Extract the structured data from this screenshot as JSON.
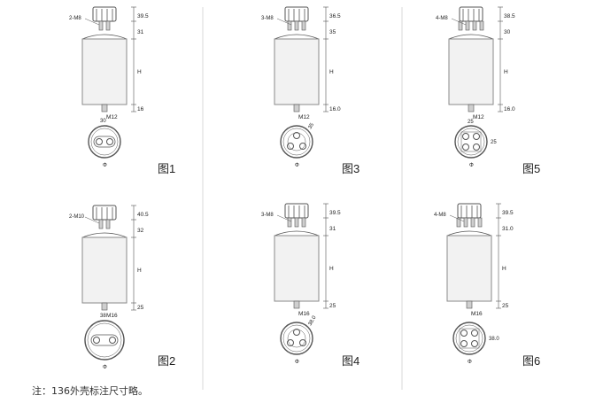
{
  "colors": {
    "line": "#555555",
    "body_fill": "#f2f2f2",
    "body_stroke": "#8a8a8a",
    "divider": "#d9d9d9",
    "text": "#222222"
  },
  "figures": [
    {
      "caption": "图1",
      "terminal_label": "2-M8",
      "dims": {
        "top": "39.5",
        "upper": "31",
        "height": "H",
        "lower": "16",
        "stud": "M12"
      },
      "base": {
        "kind": "two",
        "dim": "30"
      },
      "phi": "Φ"
    },
    {
      "caption": "图3",
      "terminal_label": "3-M8",
      "dims": {
        "top": "36.5",
        "upper": "35",
        "height": "H",
        "lower": "16.0",
        "stud": "M12"
      },
      "base": {
        "kind": "three",
        "dim": "35"
      },
      "phi": "Φ"
    },
    {
      "caption": "图5",
      "terminal_label": "4-M8",
      "dims": {
        "top": "38.5",
        "upper": "30",
        "height": "H",
        "lower": "16.0",
        "stud": "M12"
      },
      "base": {
        "kind": "four",
        "dim_top": "25",
        "dim_side": "25"
      },
      "phi": "Φ"
    },
    {
      "caption": "图2",
      "terminal_label": "2-M10",
      "dims": {
        "top": "40.5",
        "upper": "32",
        "height": "H",
        "lower": "25",
        "stud": "M16"
      },
      "base": {
        "kind": "two-wide",
        "dim": "38"
      },
      "phi": "Φ"
    },
    {
      "caption": "图4",
      "terminal_label": "3-M8",
      "dims": {
        "top": "39.5",
        "upper": "31",
        "height": "H",
        "lower": "25",
        "stud": "M16"
      },
      "base": {
        "kind": "three",
        "dim": "38.0"
      },
      "phi": "Φ"
    },
    {
      "caption": "图6",
      "terminal_label": "4-M8",
      "dims": {
        "top": "39.5",
        "upper": "31.0",
        "height": "H",
        "lower": "25",
        "stud": "M16"
      },
      "base": {
        "kind": "four",
        "dim_side": "38.0"
      },
      "phi": "Φ"
    }
  ],
  "note": "注：136外壳标注尺寸略。"
}
